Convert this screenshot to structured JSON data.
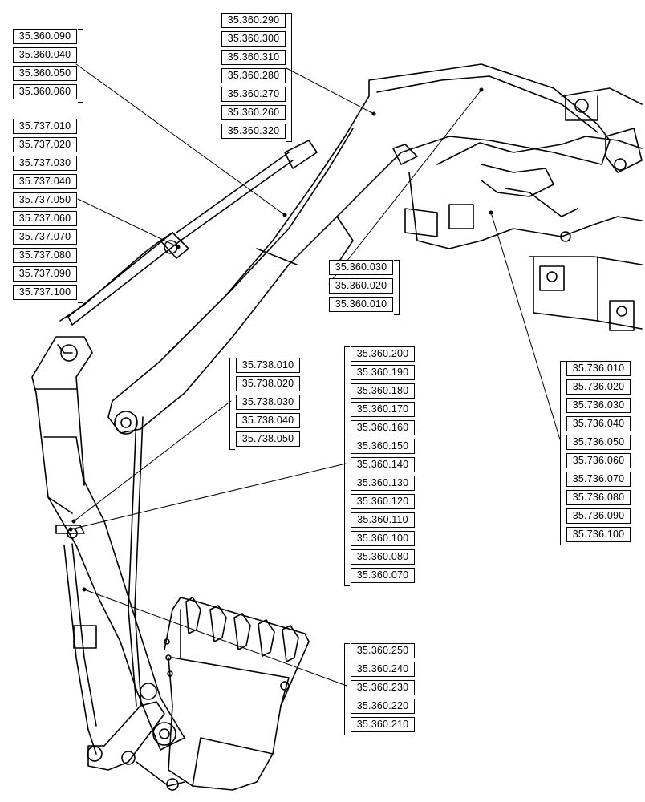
{
  "groups": [
    {
      "id": "boom-hoses-upper",
      "refs": [
        "35.360.090",
        "35.360.040",
        "35.360.050",
        "35.360.060"
      ]
    },
    {
      "id": "boom-cylinder",
      "refs": [
        "35.737.010",
        "35.737.020",
        "35.737.030",
        "35.737.040",
        "35.737.050",
        "35.737.060",
        "35.737.070",
        "35.737.080",
        "35.737.090",
        "35.737.100"
      ]
    },
    {
      "id": "boom-pipes-top",
      "refs": [
        "35.360.290",
        "35.360.300",
        "35.360.310",
        "35.360.280",
        "35.360.270",
        "35.360.260",
        "35.360.320"
      ]
    },
    {
      "id": "boom-base-lines",
      "refs": [
        "35.360.030",
        "35.360.020",
        "35.360.010"
      ]
    },
    {
      "id": "bucket-cylinder",
      "refs": [
        "35.738.010",
        "35.738.020",
        "35.738.030",
        "35.738.040",
        "35.738.050"
      ]
    },
    {
      "id": "arm-lines",
      "refs": [
        "35.360.200",
        "35.360.190",
        "35.360.180",
        "35.360.170",
        "35.360.160",
        "35.360.150",
        "35.360.140",
        "35.360.130",
        "35.360.120",
        "35.360.110",
        "35.360.100",
        "35.360.080",
        "35.360.070"
      ]
    },
    {
      "id": "arm-cylinder",
      "refs": [
        "35.736.010",
        "35.736.020",
        "35.736.030",
        "35.736.040",
        "35.736.050",
        "35.736.060",
        "35.736.070",
        "35.736.080",
        "35.736.090",
        "35.736.100"
      ]
    },
    {
      "id": "bucket-lines",
      "refs": [
        "35.360.250",
        "35.360.240",
        "35.360.230",
        "35.360.220",
        "35.360.210"
      ]
    }
  ]
}
